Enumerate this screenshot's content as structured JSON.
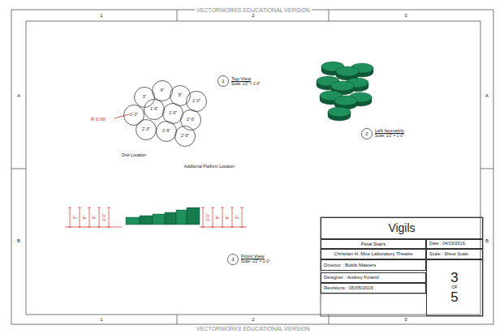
{
  "diagram": {
    "nodes": [
      {
        "text": [
          "1"
        ]
      },
      {
        "text": [
          "3\""
        ]
      },
      {
        "text": [
          "6\""
        ]
      },
      {
        "text": [
          "9\""
        ]
      },
      {
        "text": [
          "1'-0\""
        ]
      },
      {
        "text": [
          "1'-3\""
        ]
      },
      {
        "text": [
          "1'-6\""
        ]
      },
      {
        "text": [
          "1'-9\""
        ]
      },
      {
        "text": [
          "2'-0\""
        ]
      },
      {
        "text": [
          "2'-3\""
        ]
      },
      {
        "text": [
          "2'-6\""
        ]
      },
      {
        "text": [
          "2'-9\""
        ]
      },
      {
        "text": [
          "2"
        ]
      },
      {
        "text": [
          "3"
        ]
      },
      {
        "text": [
          "Vigils"
        ]
      },
      {
        "text": [
          "Petal Stairs"
        ]
      },
      {
        "text": [
          "Date : 04/19/2016"
        ]
      },
      {
        "text": [
          "Christian H. Moe Laboratory Theatre"
        ]
      },
      {
        "text": [
          "Scale : Sheet Scale"
        ]
      },
      {
        "text": [
          "Director : Bobbi Masters"
        ]
      },
      {
        "text": [
          "Designer : Audrey Foland"
        ]
      },
      {
        "text": [
          "Revisions : 05/05/2016"
        ]
      },
      {
        "text": [
          "3",
          "OF",
          "5"
        ]
      }
    ],
    "labels": [
      "VECTORWORKS EDUCATIONAL VERSION",
      "VECTORWORKS EDUCATIONAL VERSION",
      "1",
      "2",
      "3",
      "1",
      "2",
      "3",
      "A",
      "B",
      "A",
      "B",
      "Top View",
      "Scale: 1/2\" = 1'-0\"",
      "Left Isometric",
      "Scale: 1/2\" = 1'-0\"",
      "Front View",
      "Scale: 1/2\" = 1'-0\"",
      "R 0.99'",
      "Disk Location",
      "Additional Platform Location",
      "3\"",
      "6\"",
      "9\"",
      "1'-0\"",
      "1'-0\"",
      "9\"",
      "6\"",
      "3\""
    ]
  }
}
